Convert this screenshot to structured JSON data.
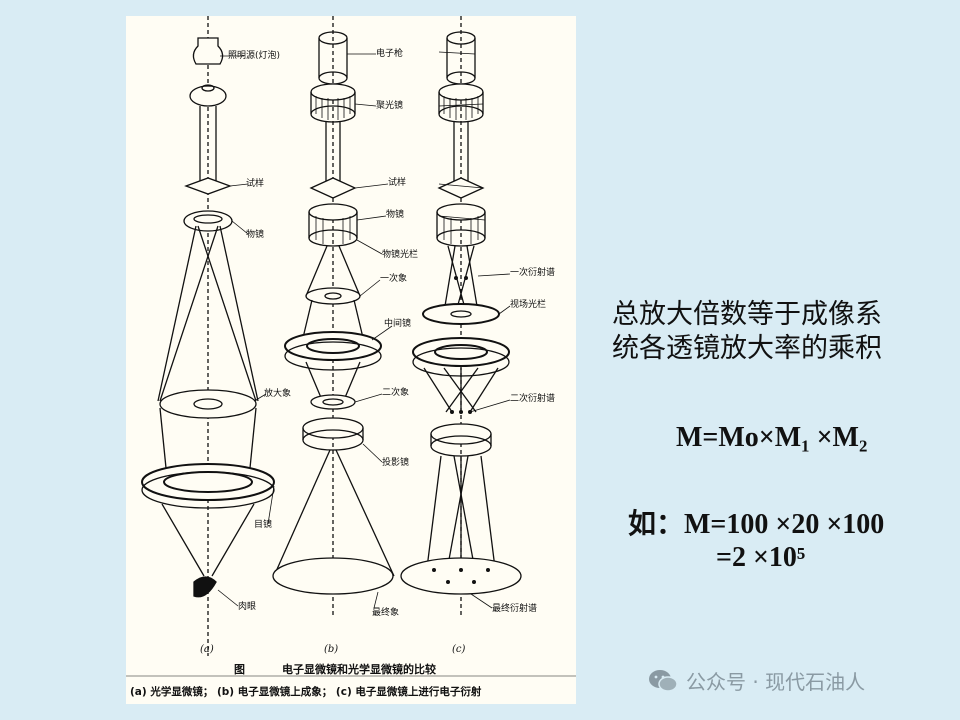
{
  "labels": {
    "lamp": "照明源(灯泡)",
    "specimen_a": "试样",
    "objective_a": "物镜",
    "magnified": "放大象",
    "eyepiece": "目镜",
    "eye": "肉眼",
    "gun": "电子枪",
    "condenser": "聚光镜",
    "specimen_b": "试样",
    "objective_b": "物镜",
    "aperture": "物镜光栏",
    "first_image": "一次象",
    "intermediate": "中间镜",
    "second_image": "二次象",
    "projector": "投影镜",
    "final_image": "最终象",
    "first_diffraction": "一次衍射谱",
    "field_aperture": "视场光栏",
    "second_diffraction": "二次衍射谱",
    "final_diffraction": "最终衍射谱"
  },
  "sub_labels": [
    "(a)",
    "(b)",
    "(c)"
  ],
  "caption": {
    "fig": "图",
    "title": "电子显微镜和光学显微镜的比较",
    "desc": "(a) 光学显微镜； (b) 电子显微镜上成象； (c) 电子显微镜上进行电子衍射"
  },
  "text": {
    "line1": "总放大倍数等于成像系",
    "line2": "统各透镜放大率的乘积",
    "formula1": "M=Mo×M₁ ×M₂",
    "formula2": "如：M=100 ×20 ×100",
    "formula3": "=2 ×10⁵"
  },
  "watermark": {
    "text": "公众号 · 现代石油人",
    "icon": "wechat-icon"
  }
}
